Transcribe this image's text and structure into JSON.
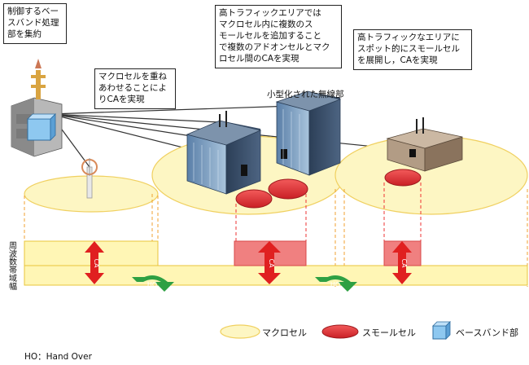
{
  "callouts": {
    "baseband": "制御するベー\nスバンド処理\n部を集約",
    "macro_ca": "マクロセルを重ね\nあわせることによ\nりCAを実現",
    "high_traffic_area": "高トラフィックエリアでは\nマクロセル内に複数のス\nモールセルを追加すること\nで複数のアドオンセルとマク\nロセル間のCAを実現",
    "spot_small_cell": "高トラフィックなエリアに\nスポット的にスモールセル\nを展開し，CAを実現",
    "radio_unit": "小型化された無線部"
  },
  "axis_label": "周波数帯域幅",
  "ca_label": "CA",
  "ho_label": "HO",
  "legend": {
    "macro_cell": "マクロセル",
    "small_cell": "スモールセル",
    "baseband_unit": "ベースバンド部"
  },
  "footnote": "HO：Hand Over",
  "colors": {
    "macro_fill": "#fdf6c3",
    "macro_stroke": "#f0d060",
    "band_fill": "#fff6b5",
    "band_stroke": "#e8c43a",
    "small_fill": "#e8343a",
    "small_band": "#f08080",
    "ca_arrow": "#e02020",
    "ho_arrow": "#2ea043",
    "baseband_blue": "#8ec8f0"
  }
}
